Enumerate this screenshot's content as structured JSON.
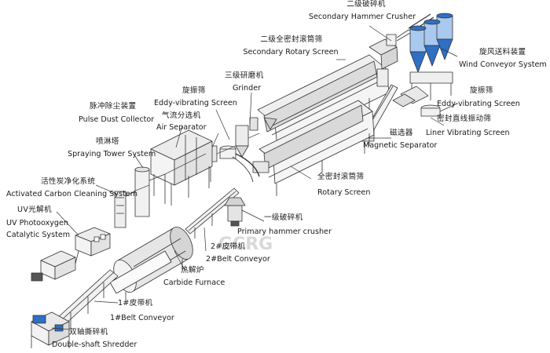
{
  "diagram": {
    "title": "Tire pyrolysis carbon black production line layout",
    "watermark": "GCRG",
    "labels": {
      "secondary_hammer_crusher": {
        "zh": "二级破碎机",
        "en": "Secondary Hammer Crusher"
      },
      "secondary_rotary_screen": {
        "zh": "二级全密封滚筒筛",
        "en": "Secondary Rotary Screen"
      },
      "wind_conveyor_system": {
        "zh": "旋风送料装置",
        "en": "Wind Conveyor System"
      },
      "grinder": {
        "zh": "三级研磨机",
        "en": "Grinder"
      },
      "eddy_vibrating_screen_left": {
        "zh": "旋振筛",
        "en": "Eddy-vibrating Screen"
      },
      "air_separator": {
        "zh": "气流分选机",
        "en": "Air Separator"
      },
      "pulse_dust_collector": {
        "zh": "脉冲除尘装置",
        "en": "Pulse Dust Collector"
      },
      "eddy_vibrating_screen_right": {
        "zh": "旋振筛",
        "en": "Eddy-vibrating Screen"
      },
      "liner_vibrating_screen": {
        "zh": "密封直线振动筛",
        "en": "Liner Vibrating Screen"
      },
      "magnetic_separator": {
        "zh": "磁选器",
        "en": "Magnetic Separator"
      },
      "spraying_tower_system": {
        "zh": "喷淋塔",
        "en": "Spraying Tower System"
      },
      "rotary_screen": {
        "zh": "全密封滚筒筛",
        "en": "Rotary Screen"
      },
      "activated_carbon_cleaning_system": {
        "zh": "活性炭净化系统",
        "en": "Activated Carbon Cleaning System"
      },
      "uv_photooxygen_catalytic_system": {
        "zh": "UV光解机",
        "en_line1": "UV Photooxygen",
        "en_line2": "Catalytic System"
      },
      "primary_hammer_crusher": {
        "zh": "一级破碎机",
        "en": "Primary hammer crusher"
      },
      "belt_conveyor_2": {
        "zh": "2#皮带机",
        "en": "2#Belt Conveyor"
      },
      "carbide_furnace": {
        "zh": "热解炉",
        "en": "Carbide Furnace"
      },
      "belt_conveyor_1": {
        "zh": "1#皮带机",
        "en": "1#Belt Conveyor"
      },
      "double_shaft_shredder": {
        "zh": "双轴撕碎机",
        "en": "Double-shaft Shredder"
      }
    },
    "colors": {
      "line": "#333333",
      "steel": "#e9e9e9",
      "blue": "#2f6fc4",
      "light_blue": "#a9c9ee"
    }
  }
}
